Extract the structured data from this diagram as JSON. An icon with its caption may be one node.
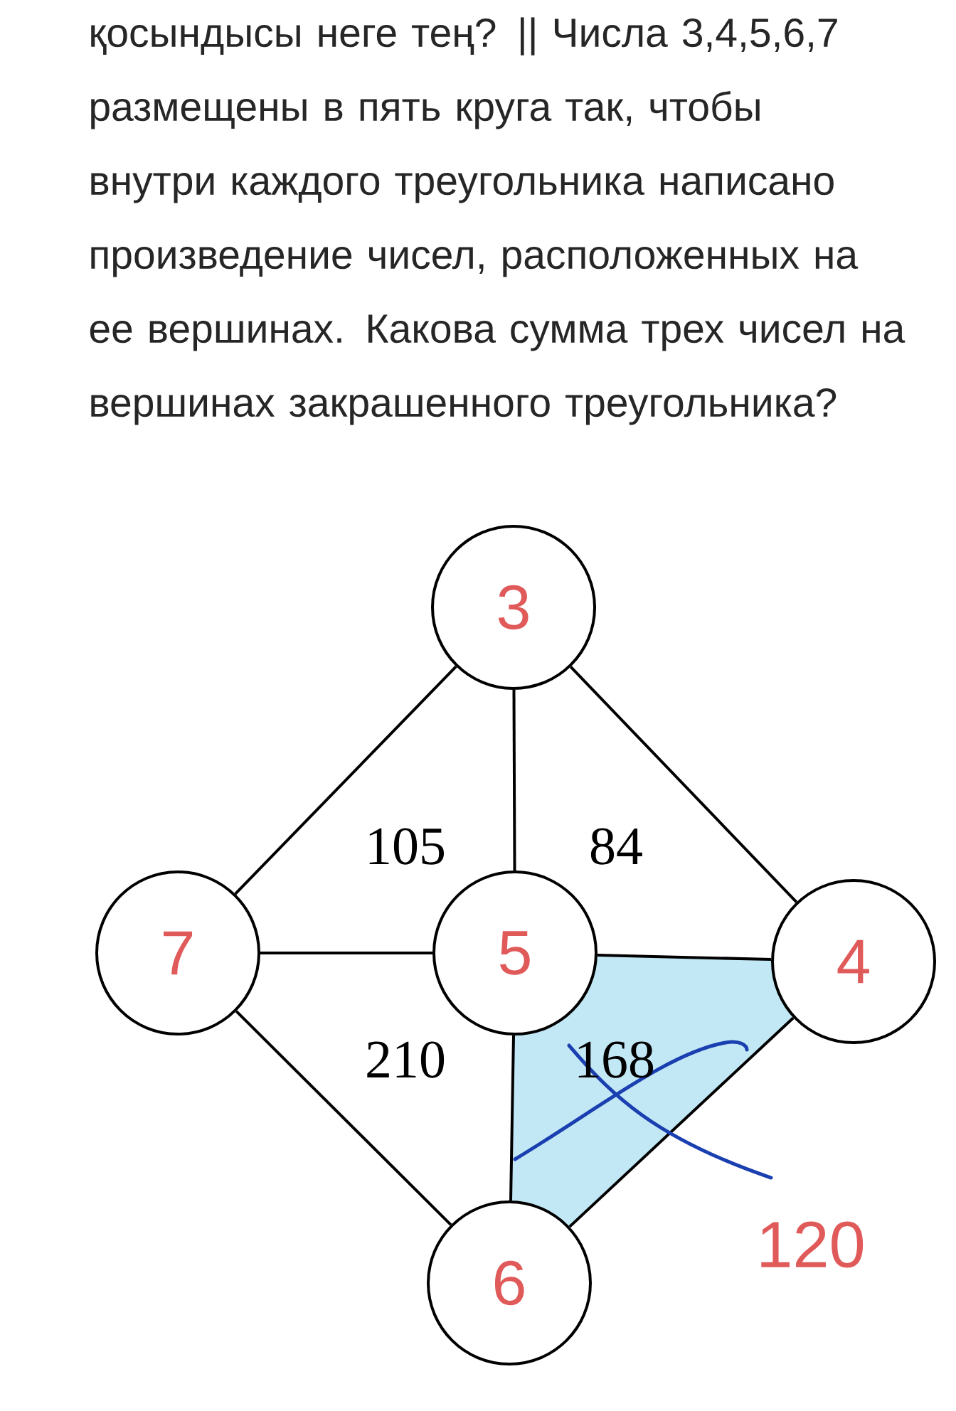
{
  "diagram": {
    "nodes": [
      {
        "text": [
          "3"
        ]
      },
      {
        "text": [
          "7"
        ]
      },
      {
        "text": [
          "5"
        ]
      },
      {
        "text": [
          "4"
        ]
      },
      {
        "text": [
          "6"
        ]
      }
    ],
    "edges": [
      {
        "from": 0,
        "to": 1,
        "arrow": "none"
      },
      {
        "from": 0,
        "to": 2,
        "arrow": "none"
      },
      {
        "from": 0,
        "to": 3,
        "arrow": "none"
      },
      {
        "from": 1,
        "to": 2,
        "arrow": "none"
      },
      {
        "from": 2,
        "to": 3,
        "arrow": "none"
      },
      {
        "from": 1,
        "to": 4,
        "arrow": "none"
      },
      {
        "from": 2,
        "to": 4,
        "arrow": "none"
      },
      {
        "from": 3,
        "to": 4,
        "arrow": "none"
      }
    ],
    "labels": [
      "қосындысы неге тең? || Числа 3,4,5,6,7 размещены в пять круга так, чтобы внутри каждого треугольника написано произведение чисел, расположенных на ее вершинах. Какова сумма трех чисел на вершинах закрашенного треугольника?",
      "105",
      "84",
      "210",
      "168",
      "120"
    ]
  }
}
